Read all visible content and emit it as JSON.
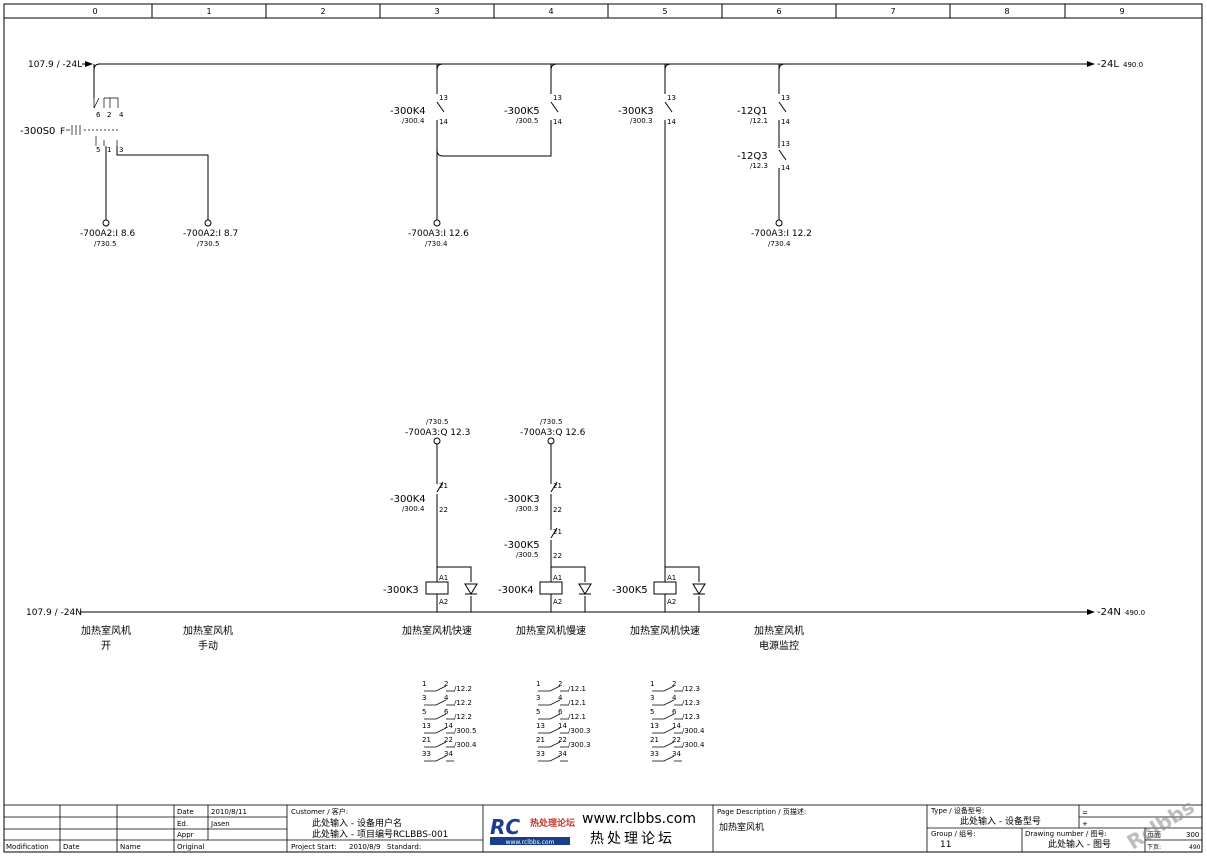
{
  "columns": [
    "0",
    "1",
    "2",
    "3",
    "4",
    "5",
    "6",
    "7",
    "8",
    "9"
  ],
  "rails": {
    "top_left_ref": "107.9 / -24L",
    "top_right_label": "-24L",
    "top_right_ref": "490.0",
    "bottom_left_ref": "107.9 / -24N",
    "bottom_right_label": "-24N",
    "bottom_right_ref": "490.0"
  },
  "switch": {
    "tag": "-300S0",
    "pins_top": [
      "6",
      "2",
      "4"
    ],
    "pins_bottom": [
      "5",
      "1",
      "3"
    ],
    "terminal_a": "-700A2:I 8.6",
    "terminal_a_ref": "/730.5",
    "terminal_b": "-700A2:I 8.7",
    "terminal_b_ref": "/730.5"
  },
  "upper_contacts": [
    {
      "tag": "-300K4",
      "ref": "/300.4",
      "pin_top": "13",
      "pin_bottom": "14"
    },
    {
      "tag": "-300K5",
      "ref": "/300.5",
      "pin_top": "13",
      "pin_bottom": "14"
    },
    {
      "tag": "-300K3",
      "ref": "/300.3",
      "pin_top": "13",
      "pin_bottom": "14"
    },
    {
      "tag": "-12Q1",
      "ref": "/12.1",
      "pin_top": "13",
      "pin_bottom": "14"
    },
    {
      "tag": "-12Q3",
      "ref": "/12.3",
      "pin_top": "13",
      "pin_bottom": "14"
    }
  ],
  "upper_terminals": [
    {
      "label": "-700A3:I 12.6",
      "ref": "/730.4"
    },
    {
      "label": "-700A3:I 12.2",
      "ref": "/730.4"
    }
  ],
  "lower_terminals": [
    {
      "ref": "/730.5",
      "label": "-700A3:Q 12.3"
    },
    {
      "ref": "/730.5",
      "label": "-700A3:Q 12.6"
    }
  ],
  "lower_contacts": [
    {
      "tag": "-300K4",
      "ref": "/300.4",
      "pin_top": "21",
      "pin_bottom": "22"
    },
    {
      "tag": "-300K3",
      "ref": "/300.3",
      "pin_top": "21",
      "pin_bottom": "22"
    },
    {
      "tag": "-300K5",
      "ref": "/300.5",
      "pin_top": "21",
      "pin_bottom": "22"
    }
  ],
  "coils": [
    {
      "tag": "-300K3",
      "a1": "A1",
      "a2": "A2"
    },
    {
      "tag": "-300K4",
      "a1": "A1",
      "a2": "A2"
    },
    {
      "tag": "-300K5",
      "a1": "A1",
      "a2": "A2"
    }
  ],
  "descriptions": [
    {
      "line1": "加热室风机",
      "line2": "开"
    },
    {
      "line1": "加热室风机",
      "line2": "手动"
    },
    {
      "line1": "加热室风机快速",
      "line2": ""
    },
    {
      "line1": "加热室风机慢速",
      "line2": ""
    },
    {
      "line1": "加热室风机快速",
      "line2": ""
    },
    {
      "line1": "加热室风机",
      "line2": "电源监控"
    }
  ],
  "cross_refs": [
    {
      "rows": [
        {
          "a": "1",
          "b": "2",
          "ref": "/12.2"
        },
        {
          "a": "3",
          "b": "4",
          "ref": "/12.2"
        },
        {
          "a": "5",
          "b": "6",
          "ref": "/12.2"
        },
        {
          "a": "13",
          "b": "14",
          "ref": "/300.5"
        },
        {
          "a": "21",
          "b": "22",
          "ref": "/300.4"
        },
        {
          "a": "33",
          "b": "34",
          "ref": ""
        }
      ]
    },
    {
      "rows": [
        {
          "a": "1",
          "b": "2",
          "ref": "/12.1"
        },
        {
          "a": "3",
          "b": "4",
          "ref": "/12.1"
        },
        {
          "a": "5",
          "b": "6",
          "ref": "/12.1"
        },
        {
          "a": "13",
          "b": "14",
          "ref": "/300.3"
        },
        {
          "a": "21",
          "b": "22",
          "ref": "/300.3"
        },
        {
          "a": "33",
          "b": "34",
          "ref": ""
        }
      ]
    },
    {
      "rows": [
        {
          "a": "1",
          "b": "2",
          "ref": "/12.3"
        },
        {
          "a": "3",
          "b": "4",
          "ref": "/12.3"
        },
        {
          "a": "5",
          "b": "6",
          "ref": "/12.3"
        },
        {
          "a": "13",
          "b": "14",
          "ref": "/300.4"
        },
        {
          "a": "21",
          "b": "22",
          "ref": "/300.4"
        },
        {
          "a": "33",
          "b": "34",
          "ref": ""
        }
      ]
    }
  ],
  "title_block": {
    "date_label": "Date",
    "date_value": "2010/8/11",
    "ed_label": "Ed.",
    "ed_value": "Jasen",
    "appr_label": "Appr",
    "modification": "Modification",
    "date_col": "Date",
    "name_col": "Name",
    "original": "Original",
    "customer_label": "Customer / 客户:",
    "customer_line1": "此处输入 - 设备用户名",
    "customer_line2": "此处输入 - 项目编号RCLBBS-001",
    "project_start_label": "Project Start:",
    "project_start_value": "2010/8/9",
    "standard_label": "Standard:",
    "logo_text": "RC",
    "logo_cn": "热处理论坛",
    "logo_url_small": "www.rclbbs.com",
    "site_url": "www.rclbbs.com",
    "site_cn": "热处理论坛",
    "page_desc_label": "Page Description / 页描述:",
    "page_desc_value": "加热室风机",
    "type_label": "Type / 设备型号:",
    "type_value": "此处输入 - 设备型号",
    "group_label": "Group / 组号:",
    "group_value": "11",
    "drawing_label": "Drawing number / 图号:",
    "drawing_value": "此处输入 - 图号",
    "eq_sign": "=",
    "plus_sign": "+",
    "page_label": "页面",
    "page_value": "300",
    "next_label": "下页:",
    "next_value": "490",
    "watermark": "Rclbbs"
  }
}
